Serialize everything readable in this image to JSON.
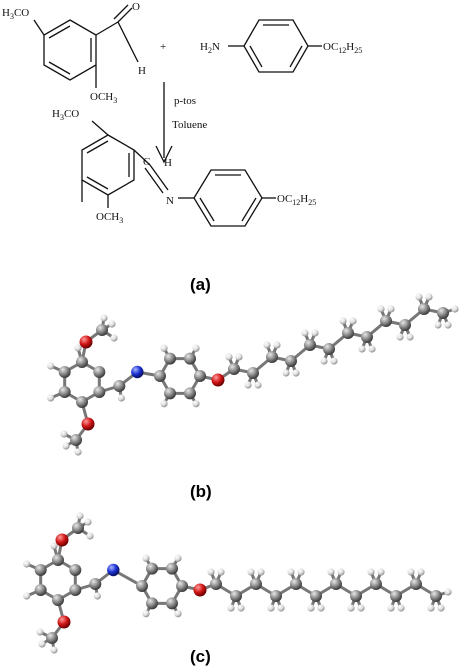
{
  "reaction": {
    "reactant1_top": "H3CO",
    "reactant1_top_main": "H",
    "reactant1_top_sub": "3",
    "reactant1_top_tail": "CO",
    "reactant1_bottom_main": "OCH",
    "reactant1_bottom_sub": "3",
    "aldehyde_o": "O",
    "aldehyde_h": "H",
    "plus": "+",
    "reactant2_left_main": "H",
    "reactant2_left_sub": "2",
    "reactant2_left_tail": "N",
    "reactant2_right_main": "OC",
    "reactant2_right_sub1": "12",
    "reactant2_right_mid": "H",
    "reactant2_right_sub2": "25",
    "catalyst": "p-tos",
    "solvent": "Toluene",
    "product_top_main": "H",
    "product_top_sub": "3",
    "product_top_tail": "CO",
    "product_bottom_main": "OCH",
    "product_bottom_sub": "3",
    "imine_c": "C",
    "imine_h": "H",
    "imine_n": "N",
    "product_right_main": "OC",
    "product_right_sub1": "12",
    "product_right_mid": "H",
    "product_right_sub2": "25"
  },
  "labels": {
    "a": "(a)",
    "b": "(b)",
    "c": "(c)"
  },
  "colors": {
    "carbon": "#808080",
    "hydrogen": "#e4e4e4",
    "oxygen": "#cc1111",
    "nitrogen": "#1a2fd0",
    "bond_line": "#111111"
  }
}
